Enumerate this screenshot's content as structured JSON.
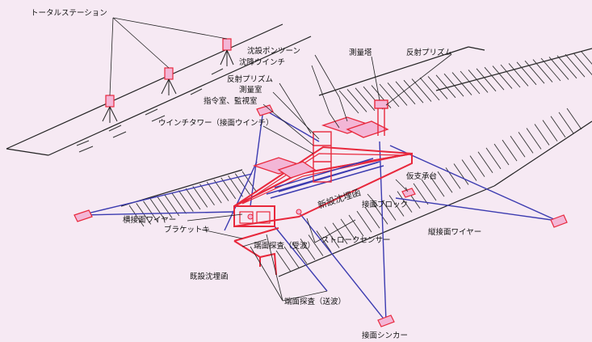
{
  "labels": {
    "total_station": "トータルステーション",
    "caisson_pontoon": "沈設ポンツーン",
    "sinking_winch": "沈降ウインチ",
    "survey_tower": "測量塔",
    "reflective_prism_right": "反射プリズム",
    "reflective_prism_left": "反射プリズム",
    "survey_room": "測量室",
    "command_room": "指令室、監視室",
    "winch_tower": "ウインチタワー（接面ウインチ）",
    "new_tunnel_element": "新設沈埋函",
    "temp_bearing": "仮支承台",
    "contact_block": "接面ブロック",
    "lateral_wire": "横接面ワイヤー",
    "bracket": "ブラケットキ",
    "end_face_probe_receive": "端面探査（受波）",
    "stroke_sensor": "ストロークセンサー",
    "longitudinal_wire": "縦接面ワイヤー",
    "existing_tunnel_element": "既設沈埋函",
    "end_face_probe_send": "端面探査（送波）",
    "contact_sinker": "接面シンカー"
  },
  "colors": {
    "background": "#f6e9f3",
    "structure": "#e8283c",
    "wire": "#3b3bb0",
    "pontoon": "#f3b6d6",
    "leader": "#222222"
  }
}
